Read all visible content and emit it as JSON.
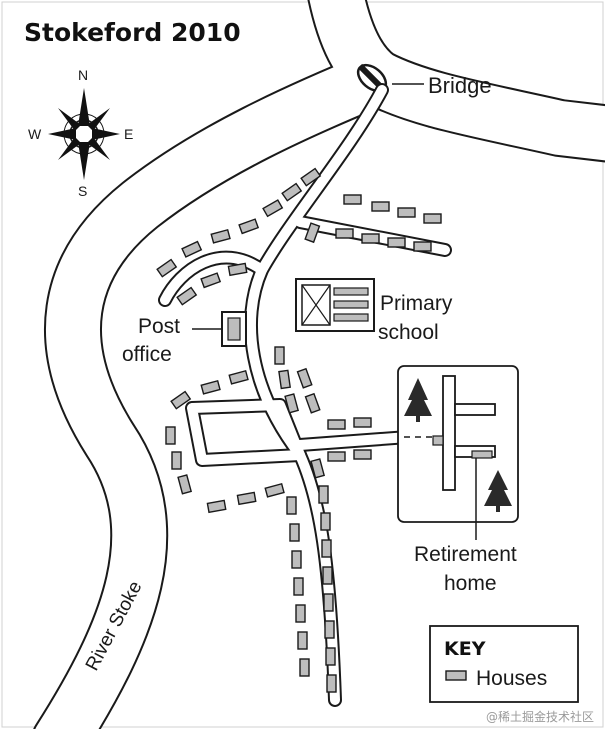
{
  "map": {
    "title": "Stokeford 2010",
    "compass": {
      "n": "N",
      "s": "S",
      "e": "E",
      "w": "W"
    },
    "labels": {
      "bridge": "Bridge",
      "post_office_line1": "Post",
      "post_office_line2": "office",
      "primary_school_line1": "Primary",
      "primary_school_line2": "school",
      "retirement_home_line1": "Retirement",
      "retirement_home_line2": "home",
      "river": "River Stoke"
    },
    "key": {
      "title": "KEY",
      "houses": "Houses"
    },
    "watermark": "@稀土掘金技术社区",
    "colors": {
      "ink": "#1a1a1a",
      "house_fill": "#bdbdbd",
      "tree": "#2a2a2a"
    }
  }
}
